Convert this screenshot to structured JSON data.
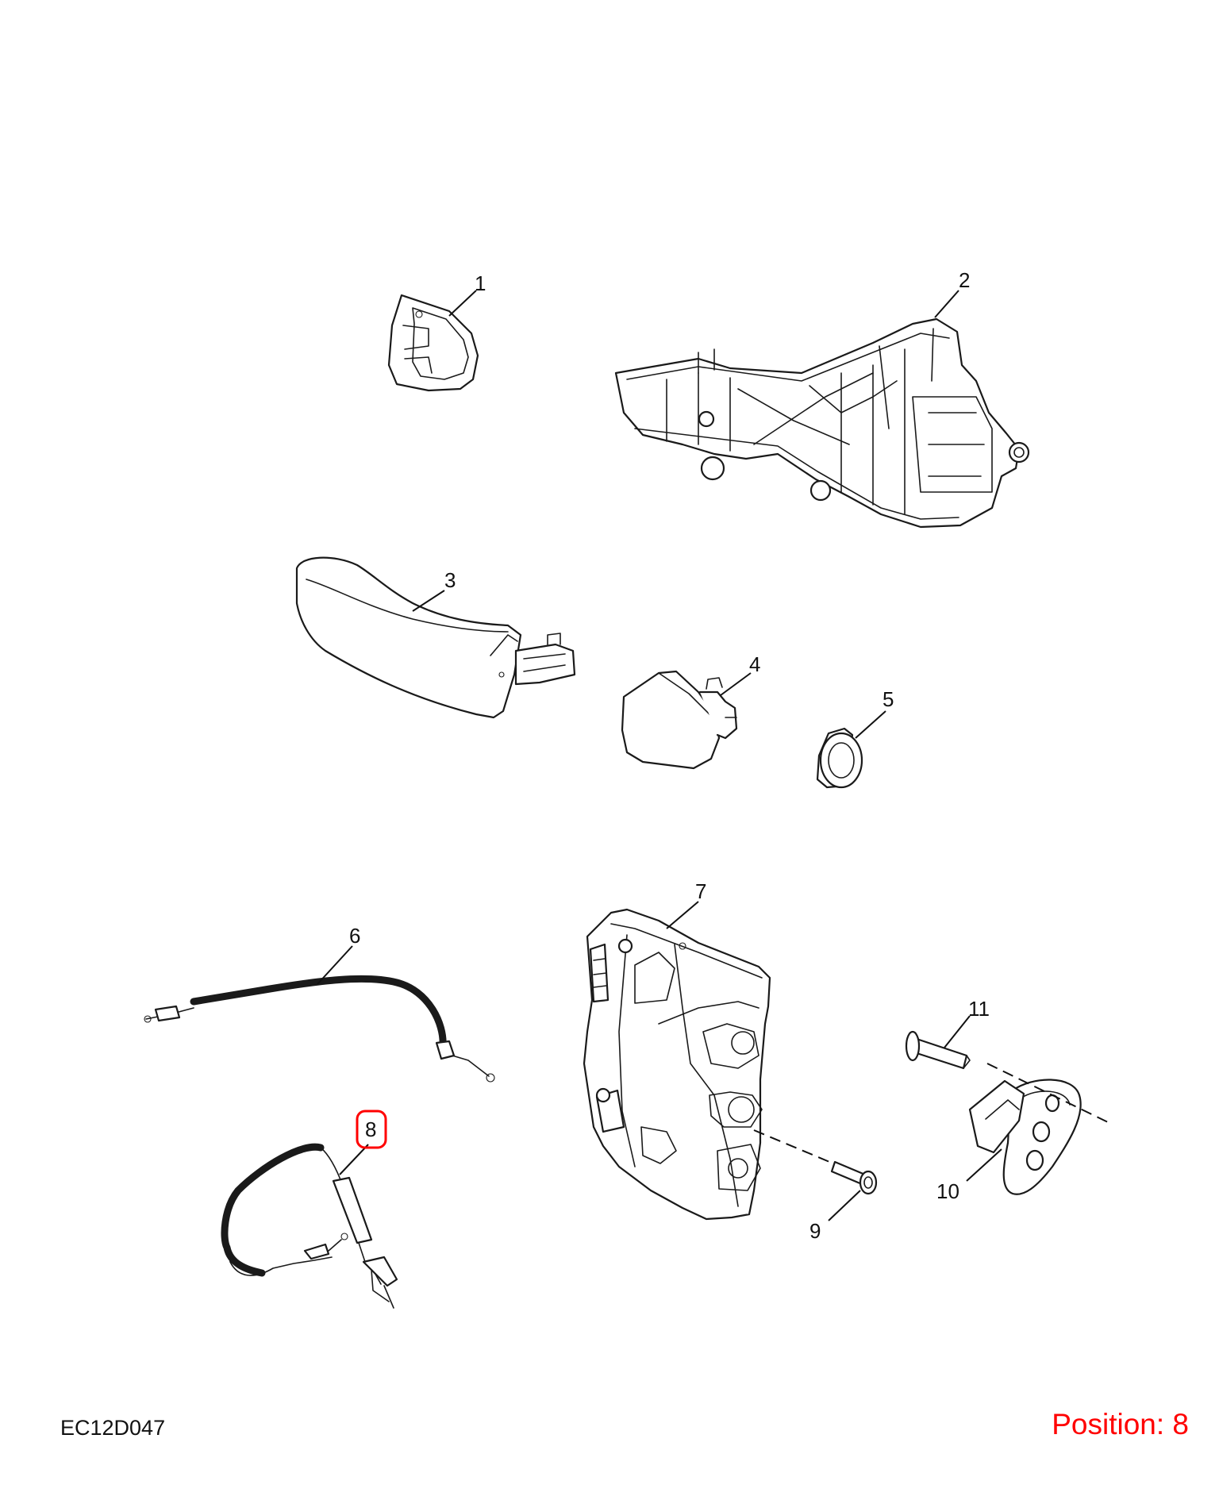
{
  "diagram_code": "EC12D047",
  "position_text": "Position: 8",
  "highlight_color": "#ff0000",
  "callouts": [
    {
      "id": "1",
      "label": "1"
    },
    {
      "id": "2",
      "label": "2"
    },
    {
      "id": "3",
      "label": "3"
    },
    {
      "id": "4",
      "label": "4"
    },
    {
      "id": "5",
      "label": "5"
    },
    {
      "id": "6",
      "label": "6"
    },
    {
      "id": "7",
      "label": "7"
    },
    {
      "id": "8",
      "label": "8"
    },
    {
      "id": "9",
      "label": "9"
    },
    {
      "id": "10",
      "label": "10"
    },
    {
      "id": "11",
      "label": "11"
    }
  ],
  "highlighted_callout": "8"
}
